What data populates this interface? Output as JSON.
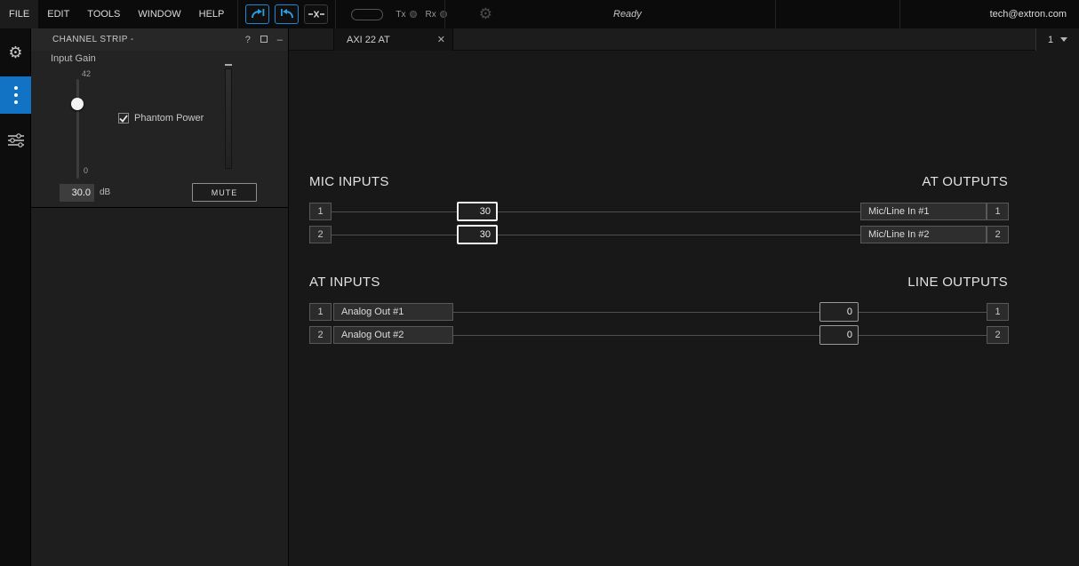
{
  "menubar": {
    "items": [
      "FILE",
      "EDIT",
      "TOOLS",
      "WINDOW",
      "HELP"
    ],
    "tx_label": "Tx",
    "rx_label": "Rx",
    "status": "Ready",
    "account": "tech@extron.com"
  },
  "icons": {
    "gear": "⚙",
    "help": "?",
    "minimize": "–",
    "close": "✕"
  },
  "tabbar": {
    "active_tab": "AXI 22 AT",
    "page_value": "1"
  },
  "channel_strip": {
    "title": "CHANNEL STRIP -",
    "input_gain_label": "Input Gain",
    "slider_max_label": "42",
    "slider_min_label": "0",
    "phantom_power_label": "Phantom Power",
    "gain_value": "30.0",
    "gain_unit": "dB",
    "mute_label": "MUTE"
  },
  "mic_section": {
    "left_title": "MIC INPUTS",
    "right_title": "AT OUTPUTS",
    "rows": [
      {
        "input": "1",
        "gain": "30",
        "label": "Mic/Line In #1",
        "output": "1"
      },
      {
        "input": "2",
        "gain": "30",
        "label": "Mic/Line In #2",
        "output": "2"
      }
    ]
  },
  "at_section": {
    "left_title": "AT INPUTS",
    "right_title": "LINE OUTPUTS",
    "rows": [
      {
        "input": "1",
        "label": "Analog Out #1",
        "gain": "0",
        "output": "1"
      },
      {
        "input": "2",
        "label": "Analog Out #2",
        "gain": "0",
        "output": "2"
      }
    ]
  },
  "colors": {
    "accent_blue": "#1273c4",
    "toolbar_icon_blue": "#2b9fe0"
  }
}
